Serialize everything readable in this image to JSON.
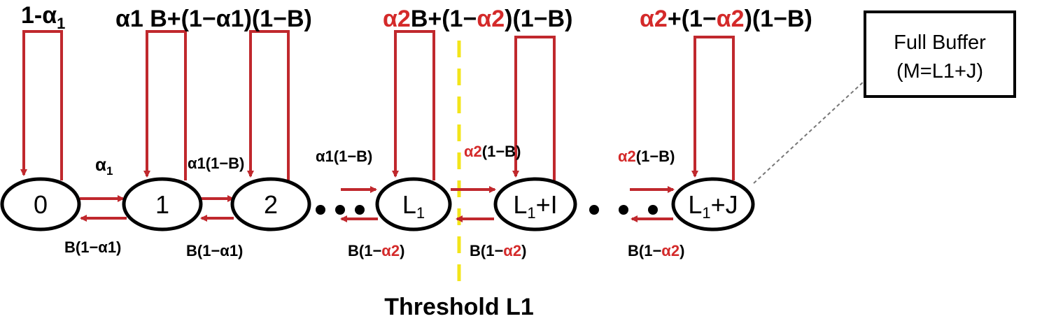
{
  "colors": {
    "arrow": "#c0282d",
    "accent_text": "#e0201e",
    "threshold_line": "#f3e51a",
    "node_stroke": "#000000",
    "node_fill": "#ffffff",
    "text": "#000000"
  },
  "states": [
    {
      "id": "s0",
      "label": "0"
    },
    {
      "id": "s1",
      "label": "1"
    },
    {
      "id": "s2",
      "label": "2"
    },
    {
      "id": "sL1",
      "label": "L",
      "sub": "1",
      "suffix": ""
    },
    {
      "id": "sL1I",
      "label": "L",
      "sub": "1",
      "suffix": "+I"
    },
    {
      "id": "sL1J",
      "label": "L",
      "sub": "1",
      "suffix": "+J"
    }
  ],
  "ellipsis": "• • •",
  "self_loops": {
    "s0": {
      "label": "1-α",
      "sub": "1"
    },
    "s1s2": {
      "label": "α1 B+(1−α1)(1−B)"
    },
    "sL1": {
      "red1": "α2",
      "black1": "B+(1−",
      "red2": "α2",
      "black2": ")(1−B)"
    },
    "sL1I_J": {
      "red1": "α2",
      "black1": "+(1−",
      "red2": "α2",
      "black2": ")(1−B)"
    }
  },
  "forward": {
    "s0_s1": {
      "label": "α",
      "sub": "1"
    },
    "s1_s2": {
      "label": "α1(1−B)"
    },
    "to_L1": {
      "label": "α1(1−B)"
    },
    "to_L1I": {
      "red": "α2",
      "black": "(1−B)"
    },
    "to_L1J": {
      "red": "α2",
      "black": "(1−B)"
    }
  },
  "backward": {
    "s1_s0": {
      "label": "B(1−α1)"
    },
    "s2_s1": {
      "label": "B(1−α1)"
    },
    "from_L1": {
      "black": "B(1−",
      "red": "α2",
      "close": ")"
    },
    "from_L1I": {
      "black": "B(1−",
      "red": "α2",
      "close": ")"
    },
    "from_L1J": {
      "black": "B(1−",
      "red": "α2",
      "close": ")"
    }
  },
  "threshold_label": "Threshold L1",
  "callout": {
    "line1": "Full Buffer",
    "line2": "(M=L1+J)"
  }
}
